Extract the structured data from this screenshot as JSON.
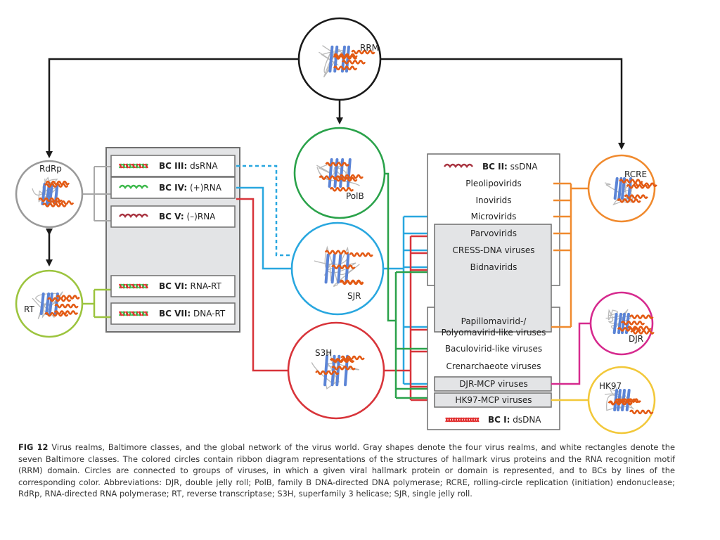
{
  "colors": {
    "black": "#1a1a1a",
    "gray_line": "#a8a8a8",
    "realm_fill": "#e3e4e6",
    "realm_stroke": "#6f6f6f",
    "green": "#2aa24a",
    "blue": "#29a7df",
    "red": "#d8343a",
    "orange": "#f08a2e",
    "magenta": "#d62a8e",
    "yellow": "#f2c83a",
    "lime": "#9cc43e",
    "rdrp_gray": "#9a9a9a",
    "wave_green": "#3cb84a",
    "wave_maroon": "#a8323f",
    "helix_red": "#e02a2a",
    "ribbon_orange": "#e35a14",
    "ribbon_blue": "#5b84d6"
  },
  "proteins": [
    {
      "id": "rrm",
      "label": "RRM",
      "color_key": "black"
    },
    {
      "id": "rdrp",
      "label": "RdRp",
      "color_key": "rdrp_gray"
    },
    {
      "id": "rt",
      "label": "RT",
      "color_key": "lime"
    },
    {
      "id": "polb",
      "label": "PolB",
      "color_key": "green"
    },
    {
      "id": "sjr",
      "label": "SJR",
      "color_key": "blue"
    },
    {
      "id": "s3h",
      "label": "S3H",
      "color_key": "red"
    },
    {
      "id": "rcre",
      "label": "RCRE",
      "color_key": "orange"
    },
    {
      "id": "djr",
      "label": "DJR",
      "color_key": "magenta"
    },
    {
      "id": "hk97",
      "label": "HK97",
      "color_key": "yellow"
    }
  ],
  "baltimore_left": [
    {
      "bold": "BC III:",
      "text": " dsRNA",
      "glyph": "double-helix"
    },
    {
      "bold": "BC IV:",
      "text": " (+)RNA",
      "glyph": "green-wave"
    },
    {
      "bold": "BC V:",
      "text": " (–)RNA",
      "glyph": "maroon-wave"
    },
    {
      "bold": "BC VI:",
      "text": " RNA-RT",
      "glyph": "double-helix"
    },
    {
      "bold": "BC VII:",
      "text": " DNA-RT",
      "glyph": "double-helix"
    }
  ],
  "dna_box": {
    "header": {
      "bold": "BC II:",
      "text": " ssDNA",
      "glyph": "maroon-wave"
    },
    "groups": [
      "Pleolipovirids",
      "Inovirids",
      "Microvirids",
      "Parvovirids",
      "CRESS-DNA viruses",
      "Bidnavirids",
      "Papillomavirid-/",
      "Polyomavirid-like viruses",
      "Baculovirid-like viruses",
      "Crenarchaeote viruses",
      "DJR-MCP viruses",
      "HK97-MCP viruses"
    ],
    "footer": {
      "bold": "BC I:",
      "text": " dsDNA",
      "glyph": "red-helix"
    }
  },
  "caption": {
    "figure": "FIG 12",
    "text": " Virus realms, Baltimore classes, and the global network of the virus world. Gray shapes denote the four virus realms, and white rectangles denote the seven Baltimore classes. The colored circles contain ribbon diagram representations of the structures of hallmark virus proteins and the RNA recognition motif (RRM) domain. Circles are connected to groups of viruses, in which a given viral hallmark protein or domain is represented, and to BCs by lines of the corresponding color. Abbreviations: DJR, double jelly roll; PolB, family B DNA-directed DNA polymerase; RCRE, rolling-circle replication (initiation) endonuclease; RdRp, RNA-directed RNA polymerase; RT, reverse transcriptase; S3H, superfamily 3 helicase; SJR, single jelly roll."
  }
}
